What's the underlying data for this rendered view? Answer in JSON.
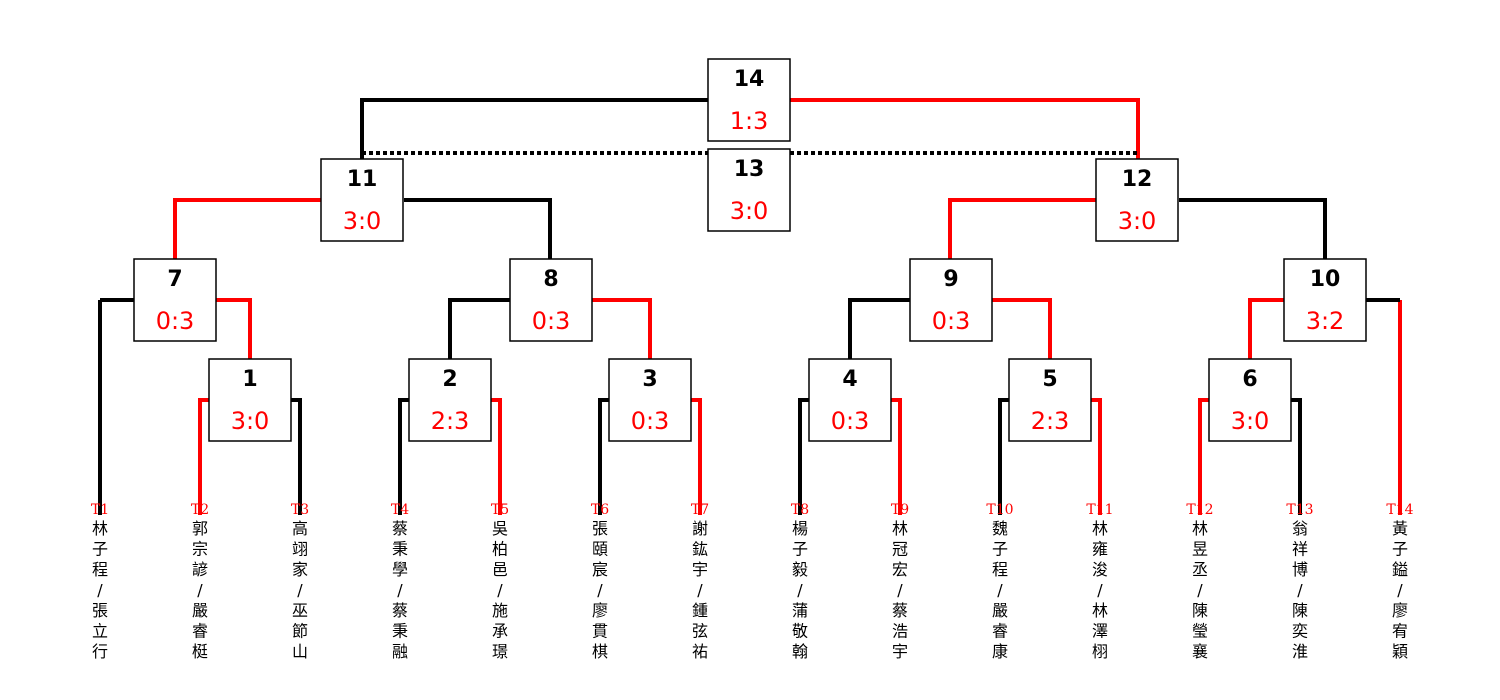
{
  "colors": {
    "win": "#ff0000",
    "line": "#000000",
    "box_border": "#000000",
    "score": "#ff0000"
  },
  "matches": [
    {
      "num": "1",
      "score": "3:0"
    },
    {
      "num": "2",
      "score": "2:3"
    },
    {
      "num": "3",
      "score": "0:3"
    },
    {
      "num": "4",
      "score": "0:3"
    },
    {
      "num": "5",
      "score": "2:3"
    },
    {
      "num": "6",
      "score": "3:0"
    },
    {
      "num": "7",
      "score": "0:3"
    },
    {
      "num": "8",
      "score": "0:3"
    },
    {
      "num": "9",
      "score": "0:3"
    },
    {
      "num": "10",
      "score": "3:2"
    },
    {
      "num": "11",
      "score": "3:0"
    },
    {
      "num": "12",
      "score": "3:0"
    },
    {
      "num": "13",
      "score": "3:0"
    },
    {
      "num": "14",
      "score": "1:3"
    }
  ],
  "teams": [
    {
      "id": "T1",
      "name": [
        "林",
        "子",
        "程",
        "/",
        "張",
        "立",
        "行"
      ]
    },
    {
      "id": "T2",
      "name": [
        "郭",
        "宗",
        "諺",
        "/",
        "嚴",
        "睿",
        "梃"
      ]
    },
    {
      "id": "T3",
      "name": [
        "高",
        "翊",
        "家",
        "/",
        "巫",
        "節",
        "山"
      ]
    },
    {
      "id": "T4",
      "name": [
        "蔡",
        "秉",
        "學",
        "/",
        "蔡",
        "秉",
        "融"
      ]
    },
    {
      "id": "T5",
      "name": [
        "吳",
        "柏",
        "邑",
        "/",
        "施",
        "承",
        "璟"
      ]
    },
    {
      "id": "T6",
      "name": [
        "張",
        "頤",
        "宸",
        "/",
        "廖",
        "貫",
        "棋"
      ]
    },
    {
      "id": "T7",
      "name": [
        "謝",
        "鈜",
        "宇",
        "/",
        "鍾",
        "弦",
        "祐"
      ]
    },
    {
      "id": "T8",
      "name": [
        "楊",
        "子",
        "毅",
        "/",
        "蒲",
        "敬",
        "翰"
      ]
    },
    {
      "id": "T9",
      "name": [
        "林",
        "冠",
        "宏",
        "/",
        "蔡",
        "浩",
        "宇"
      ]
    },
    {
      "id": "T10",
      "name": [
        "魏",
        "子",
        "程",
        "/",
        "嚴",
        "睿",
        "康"
      ]
    },
    {
      "id": "T11",
      "name": [
        "林",
        "雍",
        "浚",
        "/",
        "林",
        "澤",
        "栩"
      ]
    },
    {
      "id": "T12",
      "name": [
        "林",
        "昱",
        "丞",
        "/",
        "陳",
        "瑩",
        "襄"
      ]
    },
    {
      "id": "T13",
      "name": [
        "翁",
        "祥",
        "博",
        "/",
        "陳",
        "奕",
        "淮"
      ]
    },
    {
      "id": "T14",
      "name": [
        "黃",
        "子",
        "鎰",
        "/",
        "廖",
        "宥",
        "穎"
      ]
    }
  ]
}
